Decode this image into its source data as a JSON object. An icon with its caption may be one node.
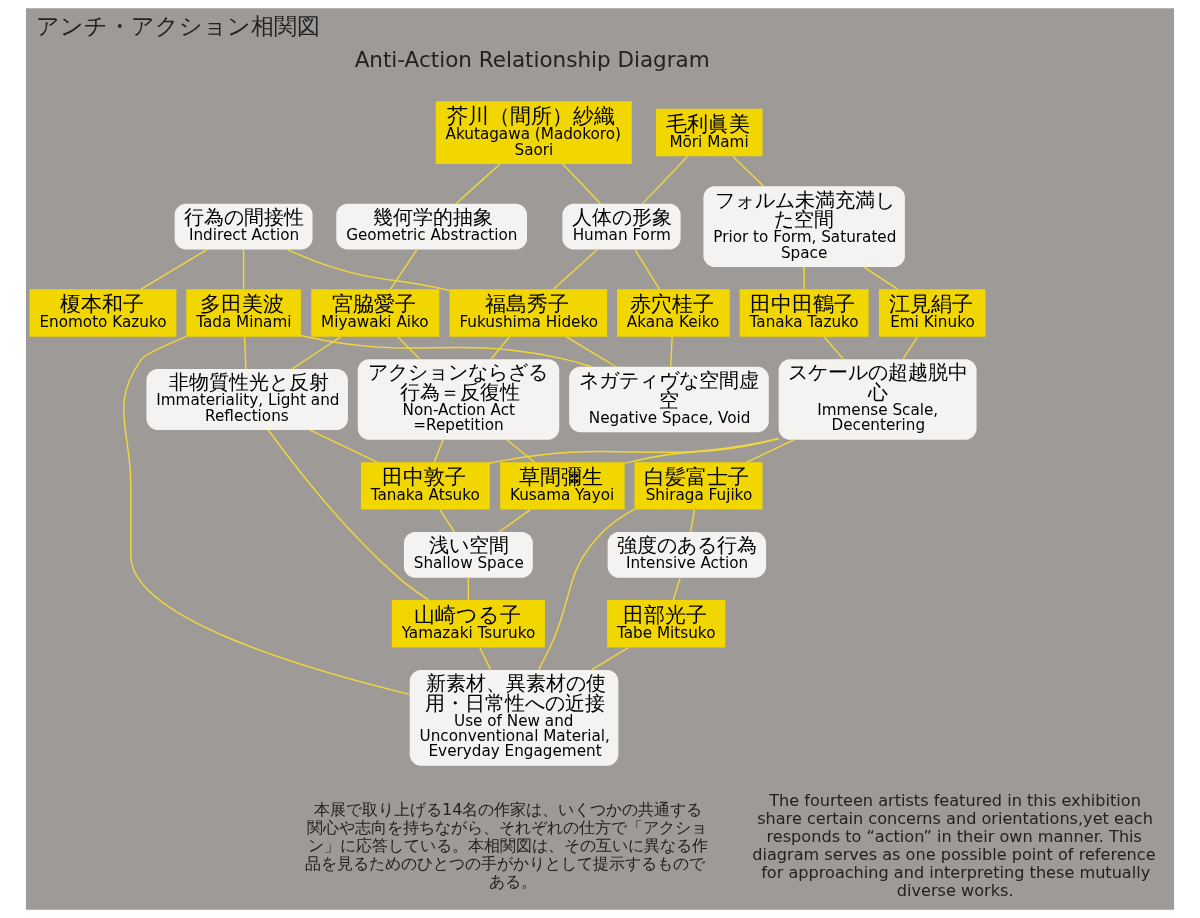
{
  "diagram": {
    "title": "アンチ・アクション相関図",
    "nodes": [
      {
        "text": [
          "毛利眞美",
          "Mōri Mami"
        ]
      },
      {
        "text": [
          "芥川（間所）紗織",
          "Akutagawa (Madokoro) Saori"
        ]
      },
      {
        "text": [
          "人体の形象",
          "Human Form"
        ]
      },
      {
        "text": [
          "行為の間接性",
          "Indirect Action"
        ]
      },
      {
        "text": [
          "フォルム未満充満した空間",
          "Prior to Form, Saturated Space"
        ]
      },
      {
        "text": [
          "幾何学的抽象",
          "Geometric Abstraction"
        ]
      },
      {
        "text": [
          "赤穴桂子",
          "Akana Keiko"
        ]
      },
      {
        "text": [
          "福島秀子",
          "Fukushima Hideko"
        ]
      },
      {
        "text": [
          "榎本和子",
          "Enomoto Kazuko"
        ]
      },
      {
        "text": [
          "多田美波",
          "Tada Minami"
        ]
      },
      {
        "text": [
          "宮脇愛子",
          "Miyawaki Aiko"
        ]
      },
      {
        "text": [
          "江見絹子",
          "Emi Kinuko"
        ]
      },
      {
        "text": [
          "田中田鶴子",
          "Tanaka Tazuko"
        ]
      },
      {
        "text": [
          "アクションならざる行為＝反復性",
          "Non-Action Act =Repetition"
        ]
      },
      {
        "text": [
          "ネガティヴな空間虚空",
          "Negative Space, Void"
        ]
      },
      {
        "text": [
          "非物質性光と反射",
          "Immateriality, Light and Reflections"
        ]
      },
      {
        "text": [
          "スケールの超越脱中心",
          "Immense Scale, Decentering"
        ]
      },
      {
        "text": [
          "田中敦子",
          "Tanaka Atsuko"
        ]
      },
      {
        "text": [
          "山崎つる子",
          "Yamazaki Tsuruko"
        ]
      },
      {
        "text": [
          "草間彌生",
          "Kusama Yayoi"
        ]
      },
      {
        "text": [
          "浅い空間",
          "Shallow Space"
        ]
      },
      {
        "text": [
          "白髪富士子",
          "Shiraga Fujiko"
        ]
      },
      {
        "text": [
          "新素材、異素材の使用・日常性への近接",
          "Use of New and Unconventional Material, Everyday Engagement"
        ]
      },
      {
        "text": [
          "強度のある行為",
          "Intensive Action"
        ]
      },
      {
        "text": [
          "田部光子",
          "Tabe Mitsuko"
        ]
      }
    ],
    "edges": [
      {
        "from": 0,
        "to": 4,
        "arrow": "none"
      },
      {
        "from": 0,
        "to": 2,
        "arrow": "none"
      },
      {
        "from": 1,
        "to": 2,
        "arrow": "none"
      },
      {
        "from": 1,
        "to": 5,
        "arrow": "none"
      },
      {
        "from": 2,
        "to": 6,
        "arrow": "none"
      },
      {
        "from": 2,
        "to": 7,
        "arrow": "none"
      },
      {
        "from": 3,
        "to": 8,
        "arrow": "none"
      },
      {
        "from": 3,
        "to": 7,
        "arrow": "none"
      },
      {
        "from": 3,
        "to": 9,
        "arrow": "none"
      },
      {
        "from": 5,
        "to": 10,
        "arrow": "none"
      },
      {
        "from": 4,
        "to": 11,
        "arrow": "none"
      },
      {
        "from": 4,
        "to": 12,
        "arrow": "none"
      },
      {
        "from": 6,
        "to": 14,
        "arrow": "none"
      },
      {
        "from": 7,
        "to": 14,
        "arrow": "none"
      },
      {
        "from": 7,
        "to": 13,
        "arrow": "none"
      },
      {
        "from": 9,
        "to": 14,
        "arrow": "none"
      },
      {
        "from": 9,
        "to": 15,
        "arrow": "none"
      },
      {
        "from": 9,
        "to": 22,
        "arrow": "none"
      },
      {
        "from": 10,
        "to": 13,
        "arrow": "none"
      },
      {
        "from": 10,
        "to": 15,
        "arrow": "none"
      },
      {
        "from": 11,
        "to": 16,
        "arrow": "none"
      },
      {
        "from": 12,
        "to": 16,
        "arrow": "none"
      },
      {
        "from": 13,
        "to": 17,
        "arrow": "none"
      },
      {
        "from": 13,
        "to": 19,
        "arrow": "none"
      },
      {
        "from": 16,
        "to": 17,
        "arrow": "none"
      },
      {
        "from": 16,
        "to": 19,
        "arrow": "none"
      },
      {
        "from": 16,
        "to": 21,
        "arrow": "none"
      },
      {
        "from": 15,
        "to": 17,
        "arrow": "none"
      },
      {
        "from": 15,
        "to": 18,
        "arrow": "none"
      },
      {
        "from": 17,
        "to": 20,
        "arrow": "none"
      },
      {
        "from": 19,
        "to": 20,
        "arrow": "none"
      },
      {
        "from": 20,
        "to": 18,
        "arrow": "none"
      },
      {
        "from": 18,
        "to": 22,
        "arrow": "none"
      },
      {
        "from": 21,
        "to": 22,
        "arrow": "none"
      },
      {
        "from": 21,
        "to": 23,
        "arrow": "none"
      },
      {
        "from": 23,
        "to": 24,
        "arrow": "none"
      },
      {
        "from": 24,
        "to": 22,
        "arrow": "none"
      }
    ],
    "labels": [
      "Anti-Action Relationship Diagram",
      "本展で取り上げる14名の作家は、いくつかの共通する関心や志向を持ちながら、それぞれの仕方で「アクション」に応答している。本相関図は、その互いに異なる作品を見るためのひとつの手がかりとして提示するものである。",
      "The fourteen artists featured in this exhibition share certain concerns and orientations,yet each responds to “action” in their own manner. This diagram serves as one possible point of reference for approaching and interpreting these mutually diverse works."
    ]
  }
}
